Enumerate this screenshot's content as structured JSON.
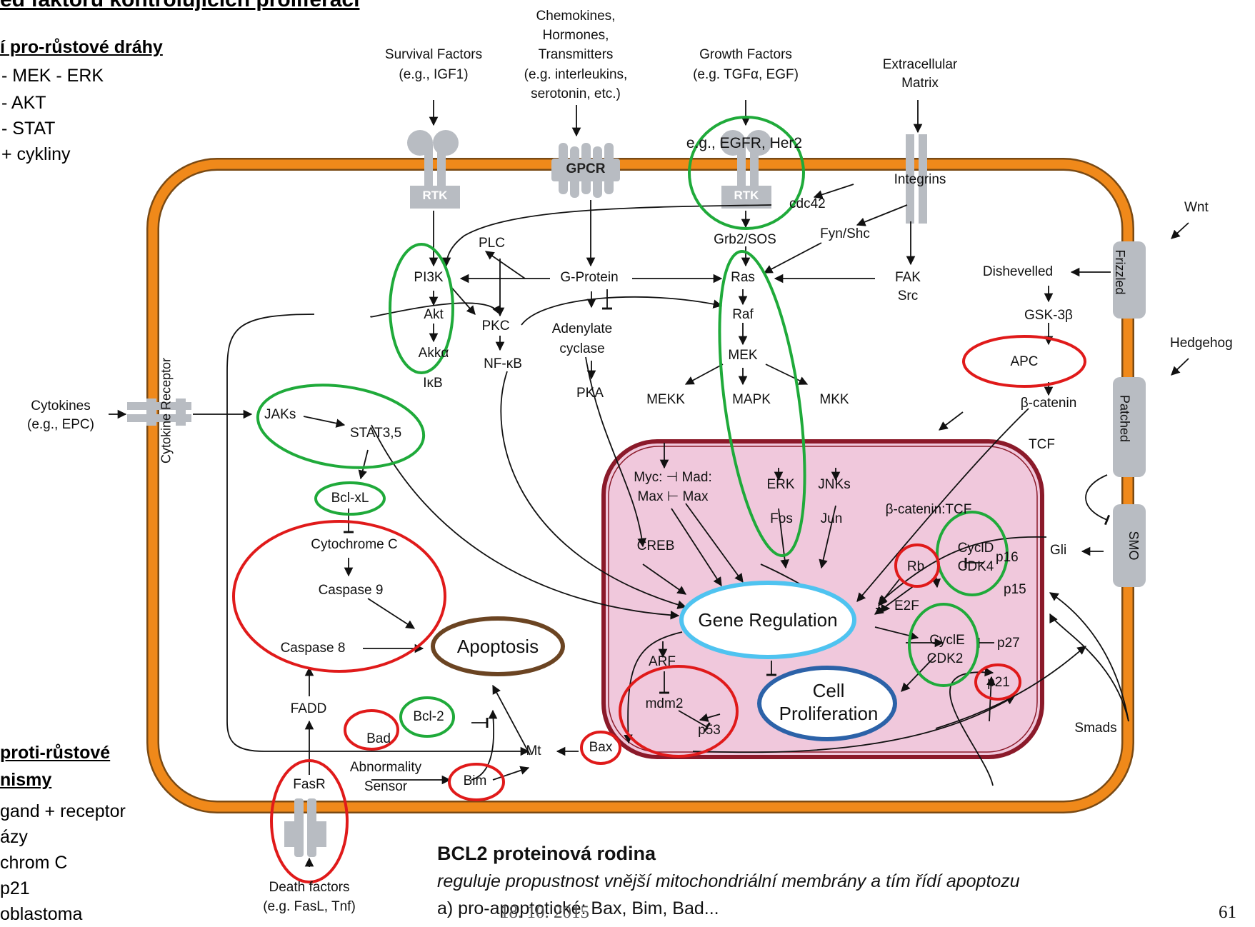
{
  "slide": {
    "title": "ed faktorů kontrolujících proliferaci",
    "pro_heading": "í pro-růstové dráhy",
    "pro_items": [
      "- MEK - ERK",
      "- AKT",
      "- STAT",
      "+ cykliny"
    ],
    "anti_heading_1": "proti-růstové",
    "anti_heading_2": "nismy",
    "anti_items": [
      "gand + receptor",
      "ázy",
      "chrom C",
      "p21",
      "oblastoma"
    ],
    "bcl2_title": "BCL2 proteinová rodina",
    "bcl2_desc": "reguluje propustnost vnější mitochondriální membrány a tím řídí apoptozu",
    "bcl2_item": "a) pro-apoptotické: Bax, Bim, Bad...",
    "footer_date": "18. 10. 2015",
    "page_number": "61"
  },
  "external": {
    "survival_factors": [
      "Survival Factors",
      "(e.g., IGF1)"
    ],
    "chemokines": [
      "Chemokines,",
      "Hormones,",
      "Transmitters",
      "(e.g. interleukins,",
      "serotonin, etc.)"
    ],
    "growth_factors": [
      "Growth Factors",
      "(e.g. TGFα, EGF)"
    ],
    "extracellular": [
      "Extracellular",
      "Matrix"
    ],
    "wnt": "Wnt",
    "hedgehog": "Hedgehog",
    "cytokines": [
      "Cytokines",
      "(e.g., EPC)"
    ],
    "death_factors": [
      "Death factors",
      "(e.g. FasL, Tnf)"
    ]
  },
  "receptors": {
    "rtk1": "RTK",
    "gpcr": "GPCR",
    "rtk2": "RTK",
    "egfr": "e.g., EGFR, Her2",
    "integrins": "Integrins",
    "frizzled": "Frizzled",
    "patched": "Patched",
    "smo": "SMO",
    "cytokine_receptor": "Cytokine Receptor",
    "fasr": "FasR"
  },
  "nodes": {
    "cdc42": "cdc42",
    "grb2": "Grb2/SOS",
    "fyn": "Fyn/Shc",
    "plc": "PLC",
    "pi3k": "PI3K",
    "gprotein": "G-Protein",
    "ras": "Ras",
    "fak": [
      "FAK",
      "Src"
    ],
    "akt": "Akt",
    "pkc": "PKC",
    "adenylate": [
      "Adenylate",
      "cyclase"
    ],
    "raf": "Raf",
    "akka": "Akkα",
    "nfkb": "NF-κB",
    "mek": "MEK",
    "ikb": "IκB",
    "pka": "PKA",
    "mekk": "MEKK",
    "mapk": "MAPK",
    "mkk": "MKK",
    "dishevelled": "Dishevelled",
    "gsk": "GSK-3β",
    "apc": "APC",
    "bcatenin": "β-catenin",
    "tcf": "TCF",
    "jaks": "JAKs",
    "stat": "STAT3,5",
    "bclxl": "Bcl-xL",
    "cytc": "Cytochrome C",
    "casp9": "Caspase 9",
    "casp8": "Caspase 8",
    "apoptosis": "Apoptosis",
    "fadd": "FADD",
    "bcl2": "Bcl-2",
    "bad": "Bad",
    "mt": "Mt",
    "bax": "Bax",
    "abnormality": [
      "Abnormality",
      "Sensor"
    ],
    "bim": "Bim",
    "myc": [
      "Myc: ⊣ Mad:",
      "Max ⊢ Max"
    ],
    "erk": "ERK",
    "fos": "Fos",
    "jnks": "JNKs",
    "jun": "Jun",
    "bcat_tcf": "β-catenin:TCF",
    "creb": "CREB",
    "cycld": [
      "CyclD",
      "CDK4"
    ],
    "rb": "Rb",
    "p16": "p16",
    "p15": "p15",
    "gli": "Gli",
    "e2f": "E2F",
    "gene_regulation": "Gene Regulation",
    "arf": "ARF",
    "mdm2": "mdm2",
    "p53": "p53",
    "cell_prolif": [
      "Cell",
      "Proliferation"
    ],
    "cycle": [
      "CyclE",
      "CDK2"
    ],
    "p27": "p27",
    "p21": "p21",
    "smads": "Smads"
  },
  "colors": {
    "membrane": "#f0891a",
    "membrane_edge": "#7a4a14",
    "nucleus_fill": "#f0c8dc",
    "nucleus_edge": "#8b1a2a",
    "receptor": "#b8bcc2",
    "red": "#e01a1a",
    "green": "#1faa3a",
    "gene_reg": "#4fc3f0",
    "cell_prolif": "#2c62a8",
    "apoptosis": "#6b4422"
  }
}
